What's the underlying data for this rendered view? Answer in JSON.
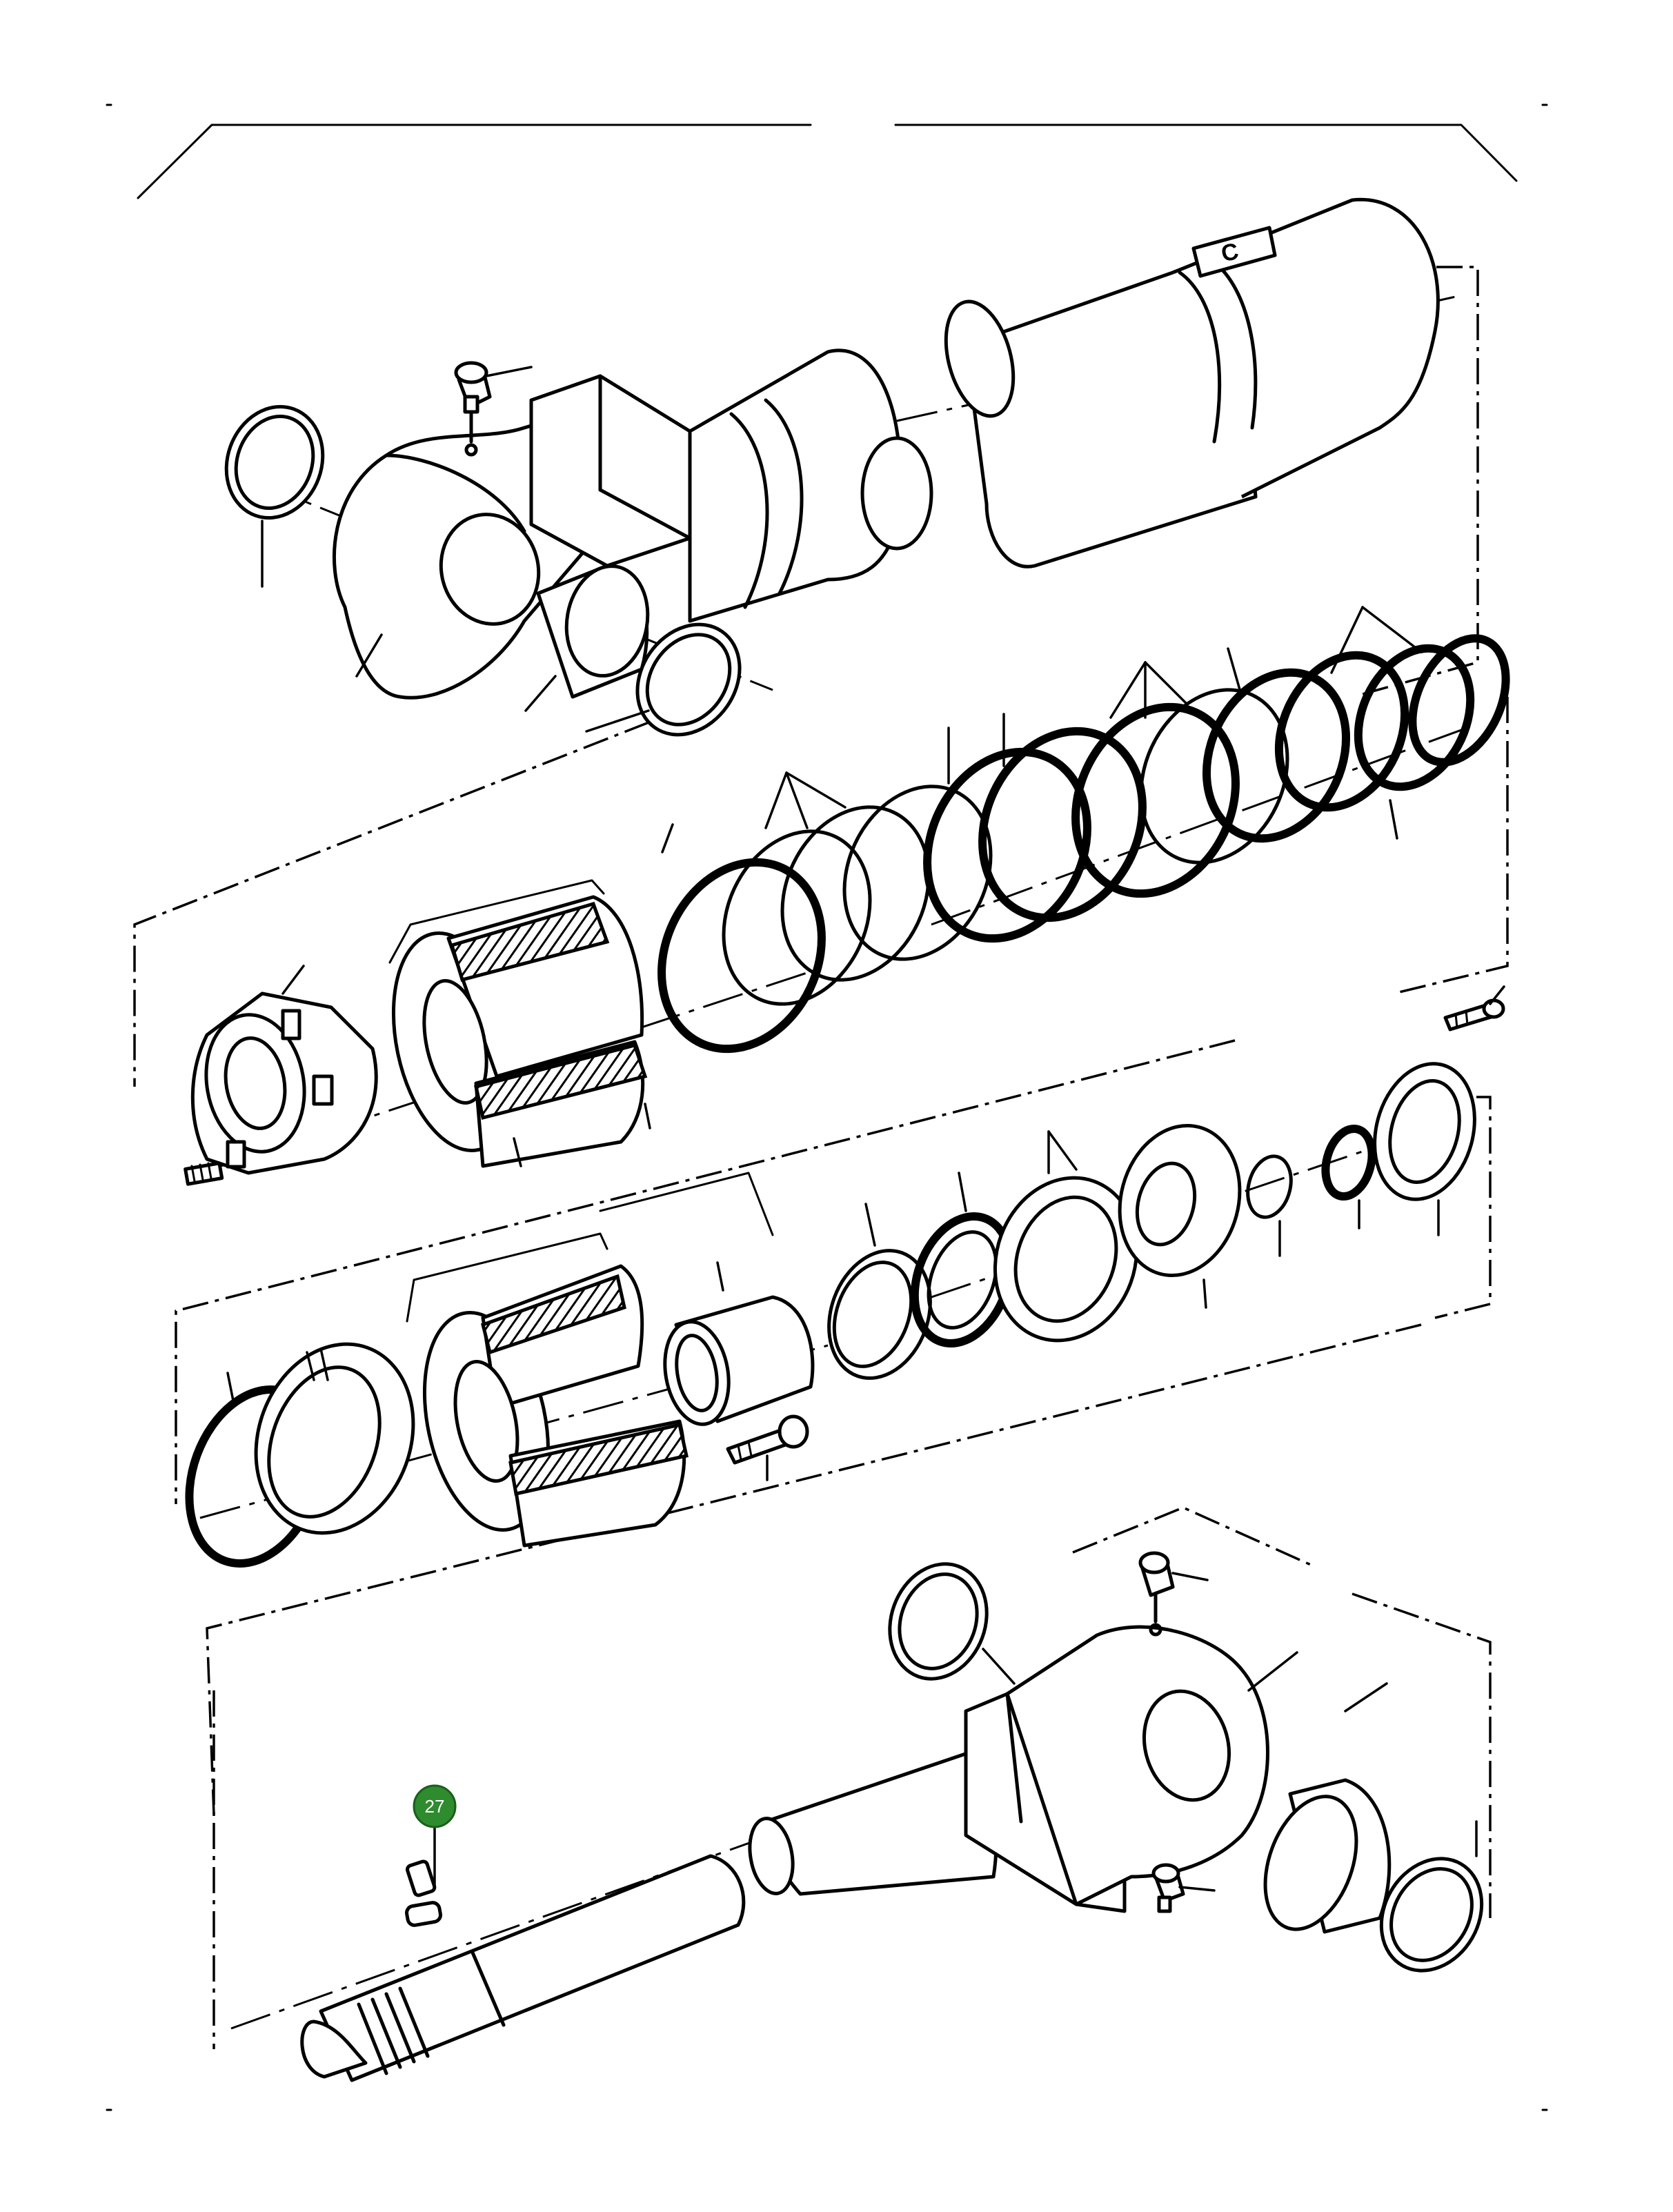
{
  "diagram": {
    "callouts": [
      {
        "id": "27",
        "label": "27",
        "color": "#2e8b2e",
        "ring_color": "#1a5e1a"
      }
    ],
    "stamp_text": "C"
  }
}
